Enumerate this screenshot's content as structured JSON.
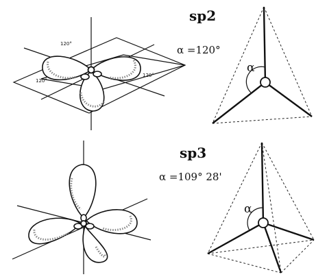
{
  "sp2": {
    "title": "sp2",
    "angle_label": "α =120°",
    "alpha": "α",
    "angles": [
      "120°",
      "120°",
      "120°"
    ]
  },
  "sp3": {
    "title": "sp3",
    "angle_label": "α =109° 28'",
    "alpha": "α"
  }
}
